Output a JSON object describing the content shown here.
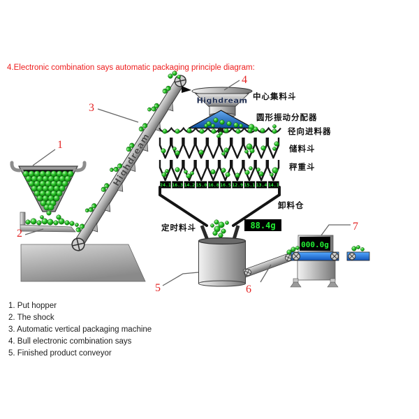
{
  "title": "4.Electronic combination says automatic packaging principle diagram:",
  "brand": "Highdream",
  "diagram_labels": {
    "center_collecting_hopper": "中心集料斗",
    "circular_vibration_distributor": "圆形振动分配器",
    "radial_feeder": "径向进料器",
    "storage_hopper": "储料斗",
    "weighing_hopper": "秤重斗",
    "discharge_bin": "卸料仓",
    "timing_hopper": "定时料斗"
  },
  "callouts": [
    "1",
    "2",
    "3",
    "4",
    "5",
    "6",
    "7"
  ],
  "displays": {
    "weigh_values": [
      "24.1",
      "16.3",
      "14.2",
      "15.0",
      "16.8",
      "16.5",
      "12.9",
      "15.1",
      "13.4",
      "14.1"
    ],
    "combined_weight": "88.4g",
    "checkweigher_weight": "000.0g"
  },
  "legend": [
    "1. Put hopper",
    "2. The shock",
    "3. Automatic vertical packaging machine",
    "4. Bull electronic combination says",
    "5. Finished product conveyor"
  ],
  "colors": {
    "title_red": "#ee1c1c",
    "callout_red": "#e42525",
    "led_green": "#22ee33",
    "display_black": "#000000",
    "ball_green": "#1fae1f",
    "cone_blue": "#1a66c8",
    "belt_blue": "#2b7fe0"
  }
}
